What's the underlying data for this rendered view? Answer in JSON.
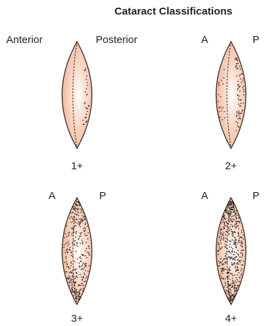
{
  "title": "Cataract Classifications",
  "panels": [
    {
      "grade": "1+",
      "label_left": "Anterior",
      "label_right": "Posterior",
      "opacity_pattern": "posterior-cortical-sparse"
    },
    {
      "grade": "2+",
      "label_left": "A",
      "label_right": "P",
      "opacity_pattern": "posterior-cortical-moderate"
    },
    {
      "grade": "3+",
      "label_left": "A",
      "label_right": "P",
      "opacity_pattern": "diffuse-moderate"
    },
    {
      "grade": "4+",
      "label_left": "A",
      "label_right": "P",
      "opacity_pattern": "diffuse-dense"
    }
  ],
  "colors": {
    "lens_edge": "#f4c1a8",
    "lens_center": "#ffffff",
    "outline": "#231f20",
    "dots": "#231f20"
  }
}
